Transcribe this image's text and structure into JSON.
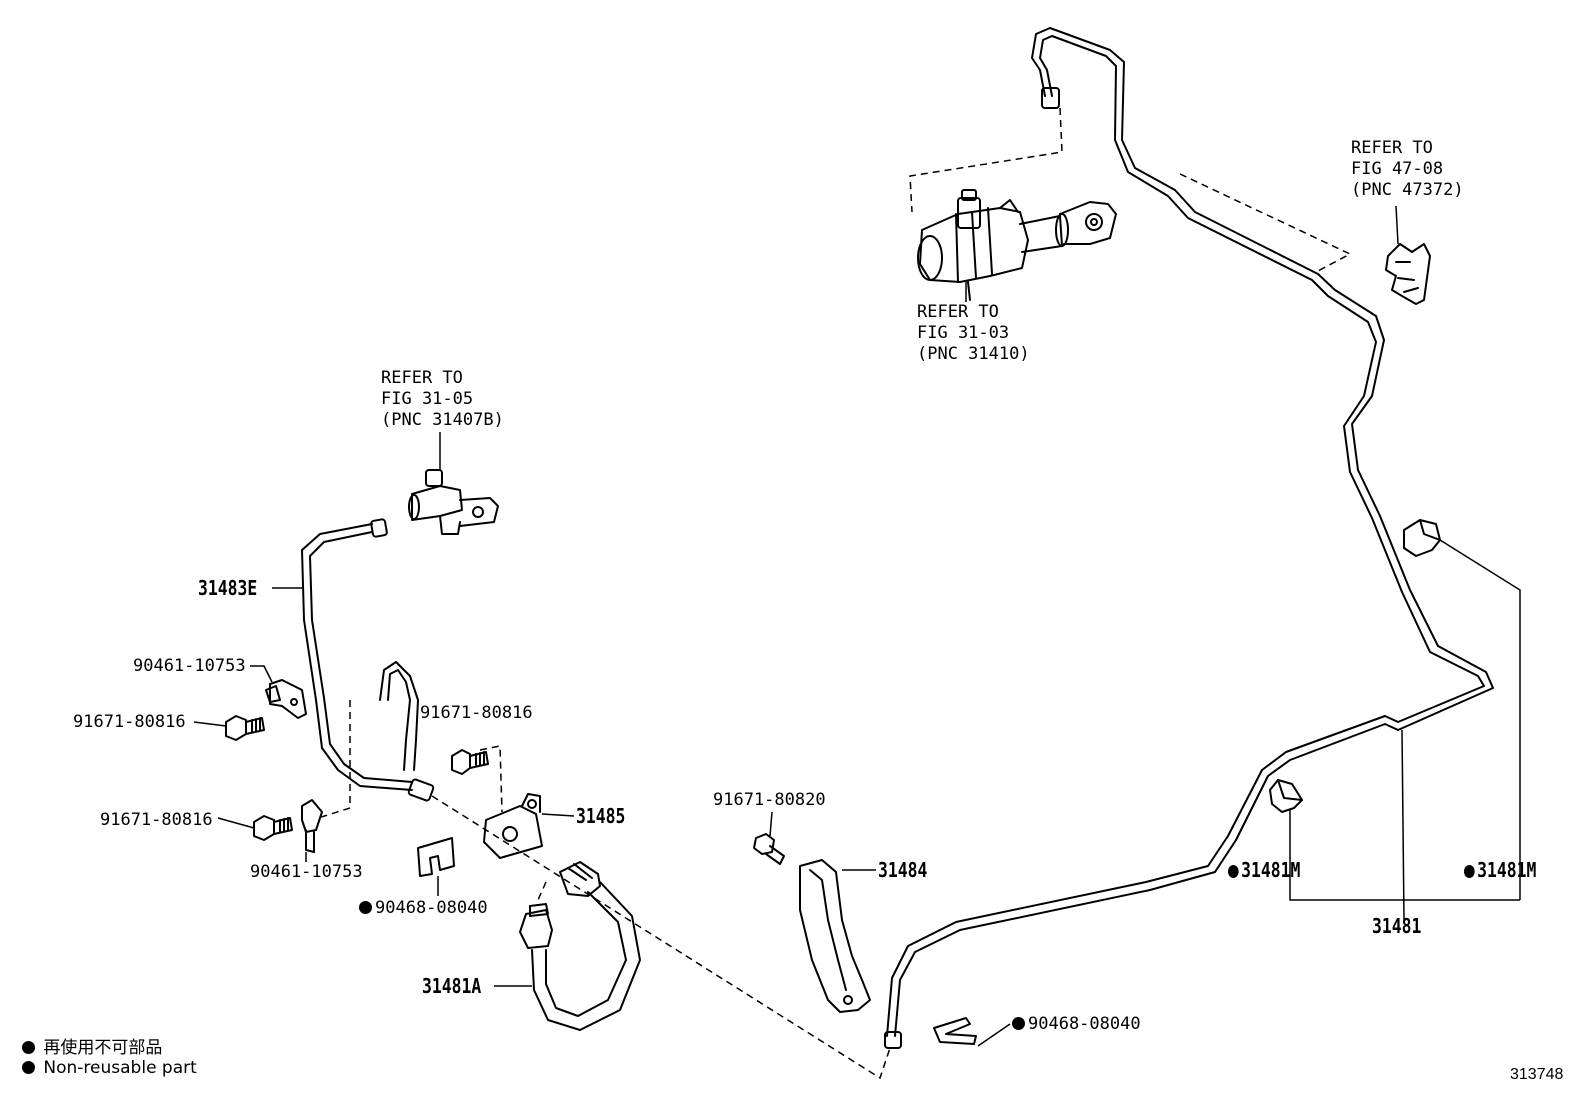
{
  "refs": {
    "master_cyl": [
      "REFER TO",
      "FIG 31-03",
      "(PNC 31410)"
    ],
    "clamp_47": [
      "REFER TO",
      "FIG 47-08",
      "(PNC 47372)"
    ],
    "union_31": [
      "REFER TO",
      "FIG 31-05",
      "(PNC 31407B)"
    ]
  },
  "parts": {
    "p31483E": "31483E",
    "p90461_upper": "90461-10753",
    "p91671_upper_left": "91671-80816",
    "p91671_mid": "91671-80816",
    "p31485": "31485",
    "p91671_lower_left": "91671-80816",
    "p90461_lower": "90461-10753",
    "p90468_left": "90468-08040",
    "p31481A": "31481A",
    "p91671_80820": "91671-80820",
    "p31484": "31484",
    "p90468_right": "90468-08040",
    "p31481M_left": "31481M",
    "p31481M_right": "31481M",
    "p31481": "31481"
  },
  "legend": {
    "line1": "再使用不可部品",
    "line2": "Non-reusable part"
  },
  "figure_id": "313748"
}
